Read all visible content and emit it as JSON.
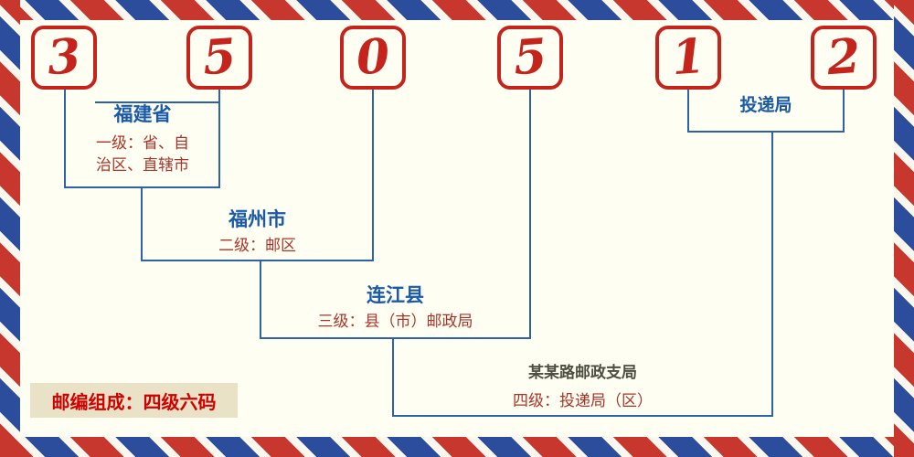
{
  "postal_code": {
    "digits": [
      "3",
      "5",
      "0",
      "5",
      "1",
      "2"
    ]
  },
  "levels": {
    "province": {
      "name": "福建省",
      "desc_line1": "一级：省、自",
      "desc_line2": "治区、直辖市"
    },
    "city": {
      "name": "福州市",
      "desc": "二级：邮区"
    },
    "county": {
      "name": "连江县",
      "desc": "三级：县（市）邮政局"
    },
    "branch": {
      "name": "某某路邮政支局",
      "desc": "四级：投递局（区）"
    },
    "delivery": {
      "name": "投递局"
    }
  },
  "badge": {
    "label": "邮编组成：四级六码"
  },
  "colors": {
    "digit_red": "#C4241C",
    "line_blue": "#2E62A6",
    "name_blue": "#1A5AA6",
    "desc_red": "#A8352A",
    "branch_text": "#4D4D40",
    "badge_bg": "#E9E2C6",
    "badge_text": "#D10000",
    "background": "#FFFEF2",
    "stripe_red": "#C8372D",
    "stripe_blue": "#2C4C9C"
  }
}
